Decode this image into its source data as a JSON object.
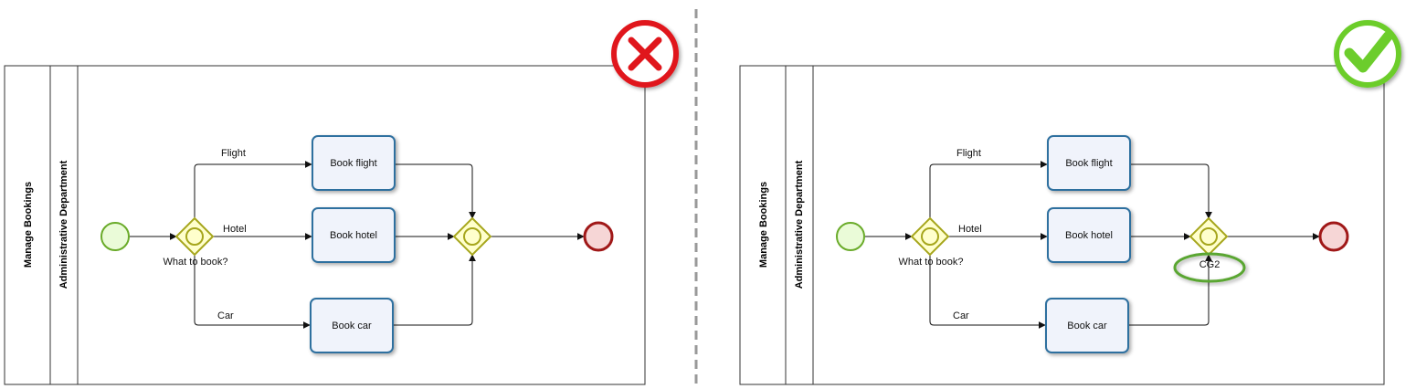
{
  "diagrams": [
    {
      "verdict": "incorrect",
      "pool_label": "Manage Bookings",
      "lane_label": "Administrative Department",
      "tasks": [
        "Book flight",
        "Book hotel",
        "Book car"
      ],
      "flows": [
        "Flight",
        "Hotel",
        "Car"
      ],
      "split_gateway_label": "What to book?",
      "join_gateway_label": ""
    },
    {
      "verdict": "correct",
      "pool_label": "Manage Bookings",
      "lane_label": "Administrative Department",
      "tasks": [
        "Book flight",
        "Book hotel",
        "Book car"
      ],
      "flows": [
        "Flight",
        "Hotel",
        "Car"
      ],
      "split_gateway_label": "What to book?",
      "join_gateway_label": "CG2"
    }
  ],
  "colors": {
    "task_stroke": "#2f6f9f",
    "task_fill": "#f0f3fb",
    "gateway_stroke": "#a6a61c",
    "gateway_fill": "#ffffcc",
    "start_stroke": "#6aab2a",
    "start_fill": "#eafbd8",
    "end_stroke": "#a01818",
    "end_fill": "#f6d6d6",
    "wrong_mark": "#e0161c",
    "right_mark": "#6ccd2c",
    "highlight_ellipse": "#5aa631",
    "divider": "#999999"
  },
  "icons": [
    "wrong-mark-icon",
    "correct-mark-icon"
  ]
}
